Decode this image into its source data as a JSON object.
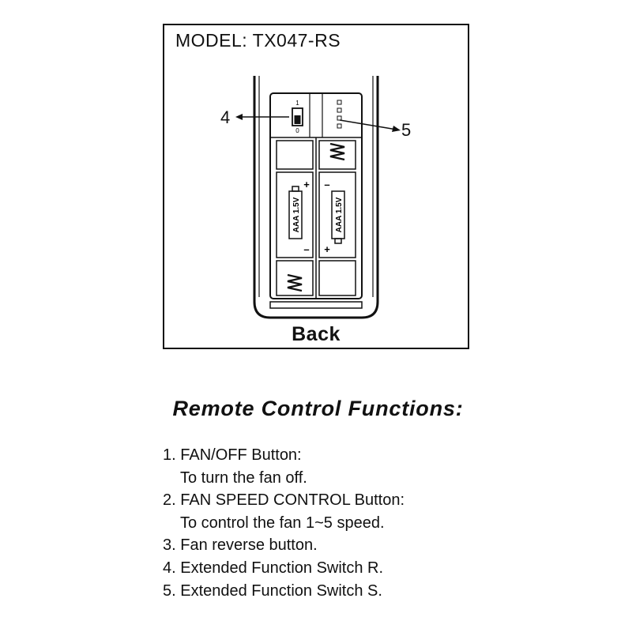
{
  "diagram": {
    "model": "MODEL: TX047-RS",
    "view_label": "Back",
    "switch_marks": {
      "top": "1",
      "bottom": "0"
    },
    "callouts": [
      "4",
      "5"
    ],
    "battery_labels": [
      "AAA 1.5V",
      "AAA 1.5V"
    ],
    "battery_polarity": [
      {
        "top": "+",
        "bottom": "–"
      },
      {
        "top": "–",
        "bottom": "+"
      }
    ]
  },
  "functions": {
    "title": "Remote Control Functions:",
    "items": [
      {
        "label": "1. FAN/OFF  Button:",
        "desc": "To turn the fan off."
      },
      {
        "label": "2. FAN SPEED CONTROL Button:",
        "desc": "To control the fan 1~5 speed."
      },
      {
        "label": "3. Fan reverse button.",
        "desc": ""
      },
      {
        "label": "4. Extended Function Switch R.",
        "desc": ""
      },
      {
        "label": "5. Extended Function Switch S.",
        "desc": ""
      }
    ]
  }
}
